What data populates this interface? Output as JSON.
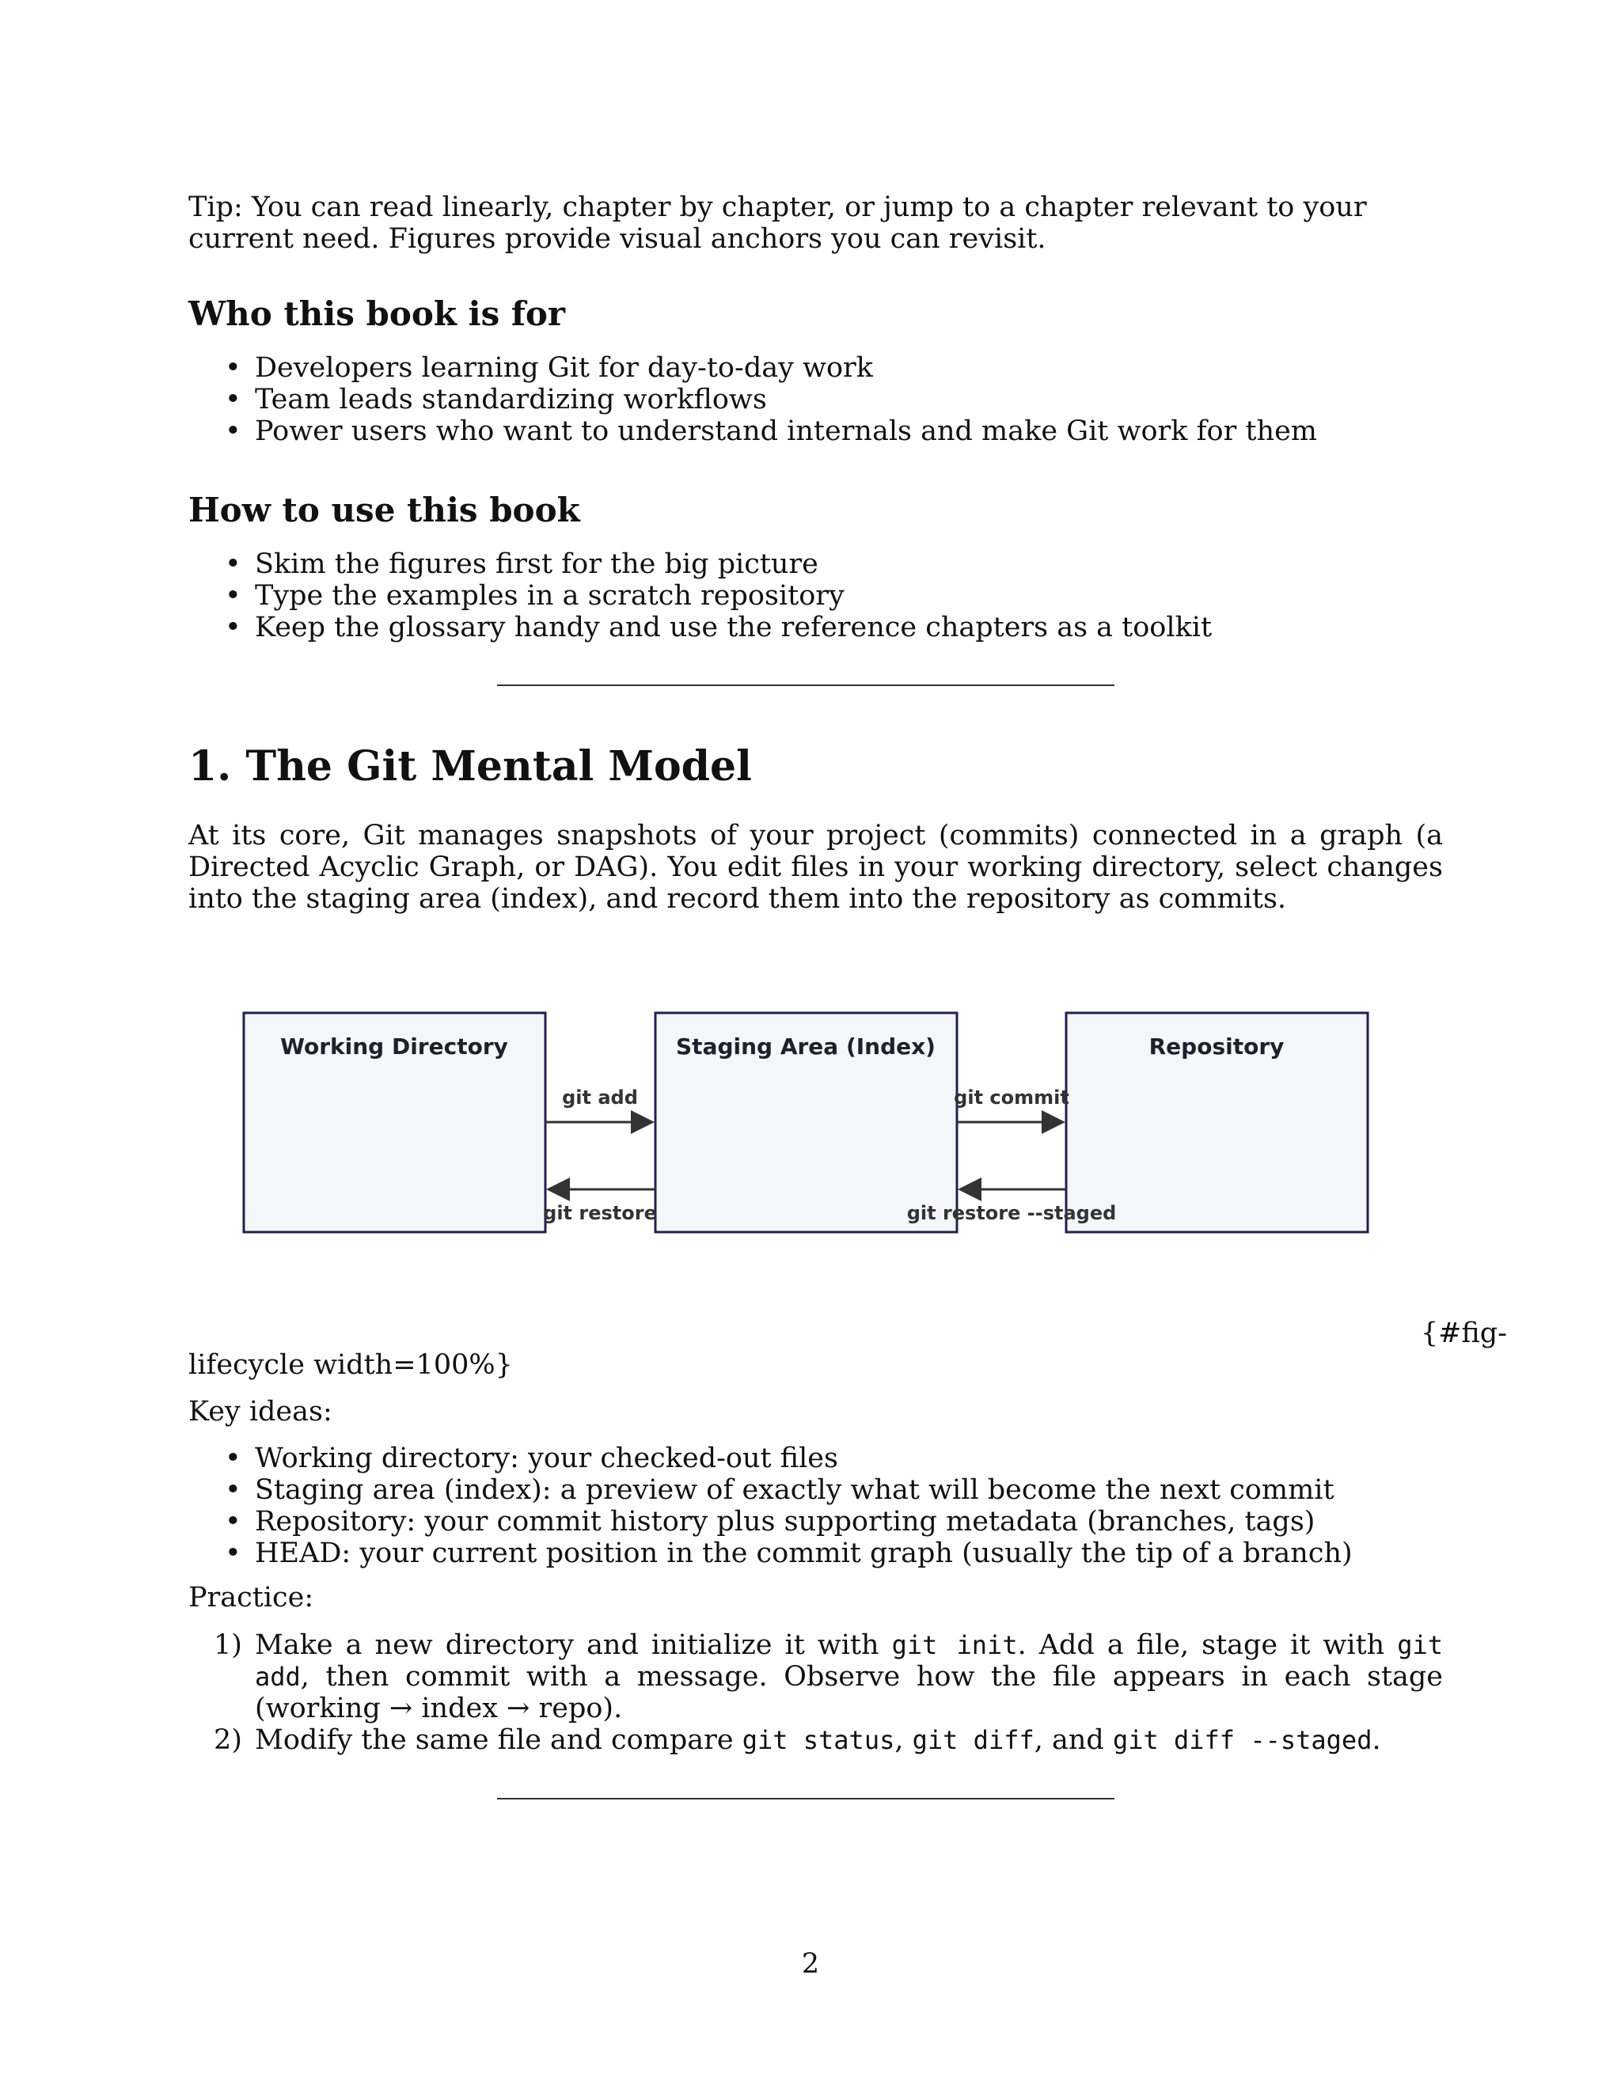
{
  "tip": "Tip: You can read linearly, chapter by chapter, or jump to a chapter relevant to your current need. Figures provide visual anchors you can revisit.",
  "who": {
    "heading": "Who this book is for",
    "items": [
      "Developers learning Git for day-to-day work",
      "Team leads standardizing workflows",
      "Power users who want to understand internals and make Git work for them"
    ]
  },
  "how": {
    "heading": "How to use this book",
    "items": [
      "Skim the figures first for the big picture",
      "Type the examples in a scratch repository",
      "Keep the glossary handy and use the reference chapters as a toolkit"
    ]
  },
  "chapter": {
    "title": "1. The Git Mental Model",
    "intro": "At its core, Git manages snapshots of your project (commits) connected in a graph (a Directed Acyclic Graph, or DAG). You edit files in your working directory, select changes into the staging area (index), and record them into the repository as commits."
  },
  "figure": {
    "boxes": [
      "Working Directory",
      "Staging Area (Index)",
      "Repository"
    ],
    "arrows": {
      "add": "git add",
      "commit": "git commit",
      "restore": "git restore",
      "restore_staged": "git restore --staged"
    },
    "attr_line1": "{#fig-",
    "attr_line2": "lifecycle width=100%}",
    "colors": {
      "box_fill": "#f5f6f9",
      "box_stroke": "#23204f",
      "arrow": "#333333"
    }
  },
  "key_ideas": {
    "label": "Key ideas:",
    "items": [
      "Working directory: your checked-out files",
      "Staging area (index): a preview of exactly what will become the next commit",
      "Repository: your commit history plus supporting metadata (branches, tags)",
      "HEAD: your current position in the commit graph (usually the tip of a branch)"
    ]
  },
  "practice": {
    "label": "Practice:",
    "item1": {
      "num": "1)",
      "t1": "Make a new directory and initialize it with ",
      "c1": "git init",
      "t2": ". Add a file, stage it with ",
      "c2": "git add",
      "t3": ", then commit with a message. Observe how the file appears in each stage (working → index → repo)."
    },
    "item2": {
      "num": "2)",
      "t1": "Modify the same file and compare ",
      "c1": "git status",
      "t2": ", ",
      "c2": "git diff",
      "t3": ", and ",
      "c3": "git diff --staged",
      "t4": "."
    }
  },
  "page_number": "2"
}
